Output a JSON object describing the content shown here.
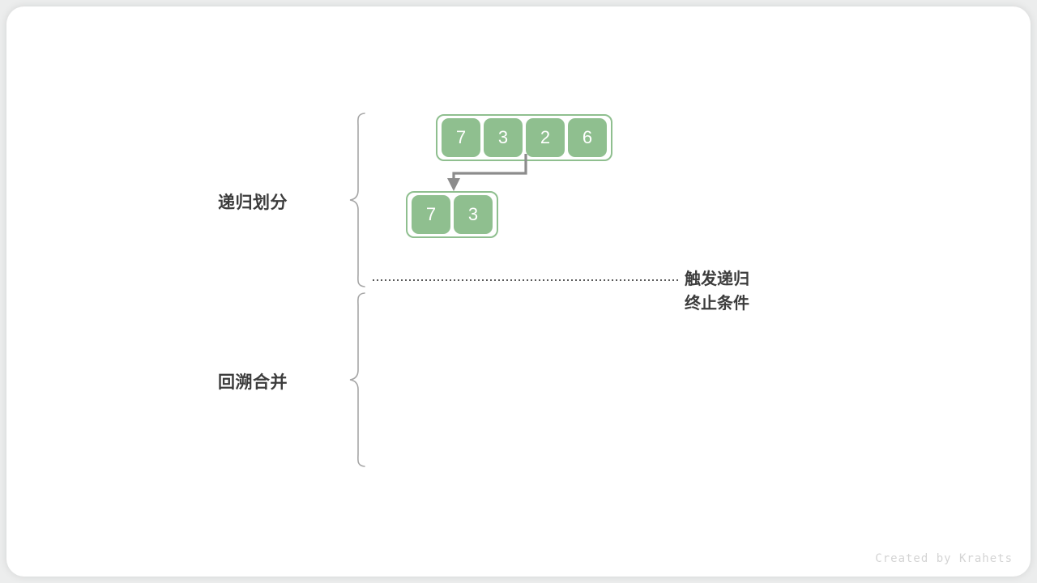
{
  "canvas": {
    "background_color": "#eceded",
    "card_color": "#ffffff",
    "accent_color": "#8fbf8f",
    "text_color": "#3c3c3c",
    "arrow_color": "#8c8c8c",
    "brace_color": "#a6a6a6"
  },
  "stages": {
    "divide": {
      "label": "递归划分"
    },
    "merge": {
      "label": "回溯合并"
    }
  },
  "arrays": {
    "top": {
      "values": [
        "7",
        "3",
        "2",
        "6"
      ]
    },
    "bottom": {
      "values": [
        "7",
        "3"
      ]
    }
  },
  "annotation": {
    "line1": "触发递归",
    "line2": "终止条件"
  },
  "watermark": {
    "text": "Created by Krahets"
  }
}
